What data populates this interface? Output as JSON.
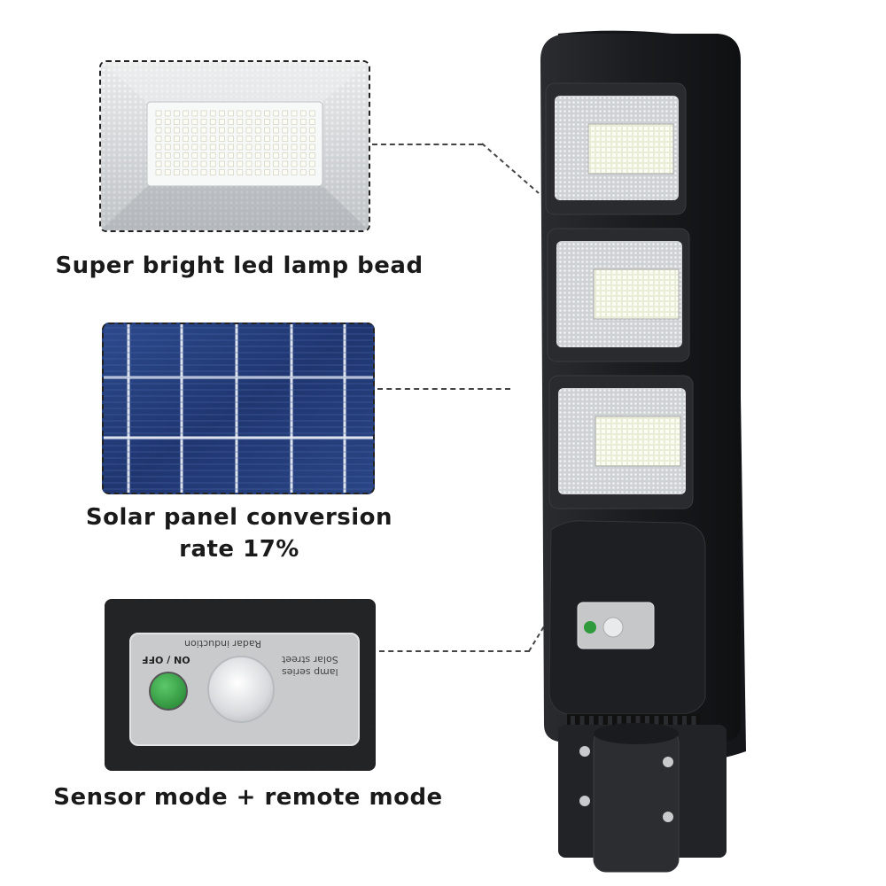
{
  "features": [
    {
      "caption": "Super bright led lamp bead"
    },
    {
      "caption": "Solar panel conversion",
      "caption_line2": "rate 17%"
    },
    {
      "caption": "Sensor mode + remote mode"
    }
  ],
  "sensor_panel": {
    "switch_label": "ON / OFF",
    "line1": "Radar induction",
    "line2": "Solar street",
    "line3": "lamp series"
  },
  "colors": {
    "lamp_body": "#1c1d20",
    "solar_cell": "#243c78",
    "switch_green": "#2e9a3c",
    "caption_text": "#1a1a1a"
  }
}
